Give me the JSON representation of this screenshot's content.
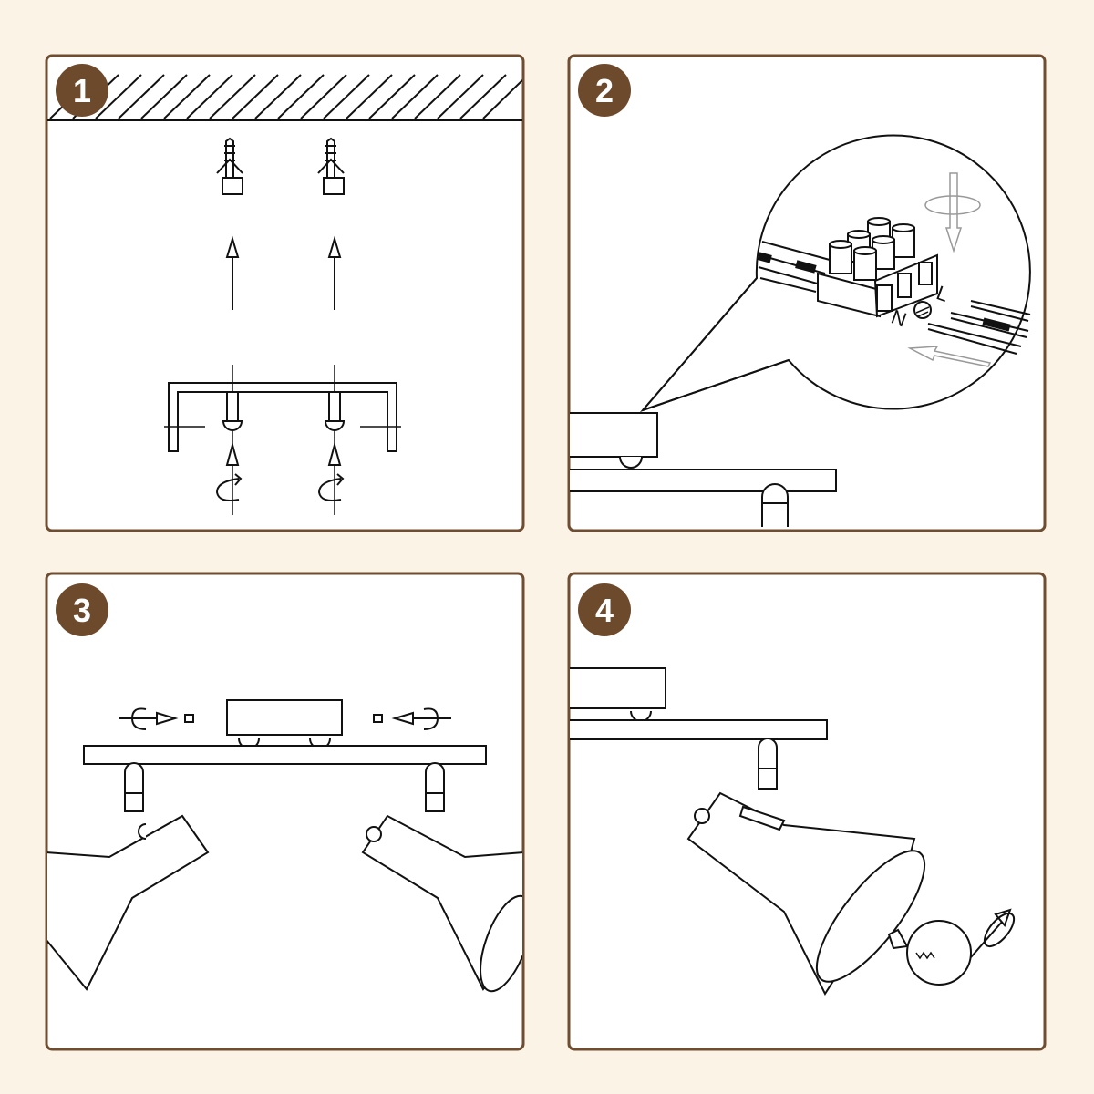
{
  "steps": [
    {
      "number": "1"
    },
    {
      "number": "2",
      "terminal_labels": {
        "neutral": "N",
        "live": "L"
      }
    },
    {
      "number": "3"
    },
    {
      "number": "4"
    }
  ],
  "colors": {
    "background": "#fbf3e6",
    "badge": "#6e4a2c",
    "border": "#6e4d31"
  }
}
